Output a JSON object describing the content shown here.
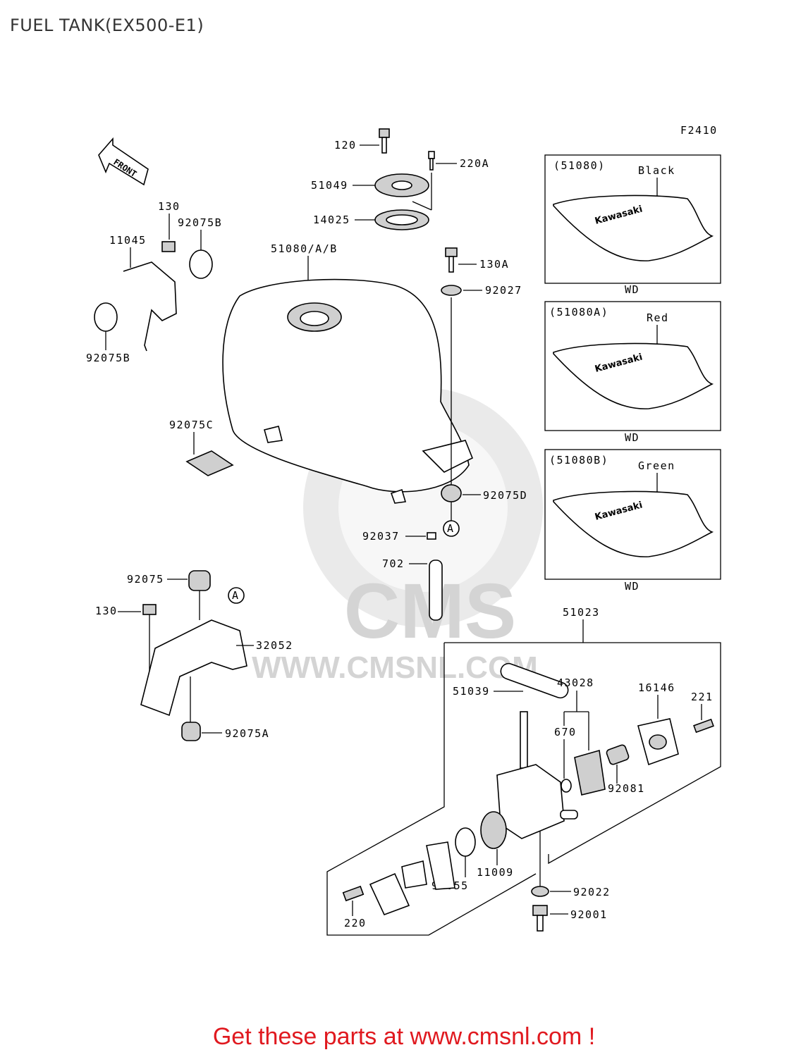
{
  "title": "FUEL TANK(EX500-E1)",
  "figure_code": "F2410",
  "front_label": "FRONT",
  "labels": {
    "p120": "120",
    "p220a": "220A",
    "p51049": "51049",
    "p14025": "14025",
    "p130_top": "130",
    "p92075b_top": "92075B",
    "p11045": "11045",
    "p51080ab": "51080/A/B",
    "p130a": "130A",
    "p92027": "92027",
    "p92075b_bot": "92075B",
    "p92075c": "92075C",
    "p92075d": "92075D",
    "p92037": "92037",
    "p702": "702",
    "p92075": "92075",
    "p130_bot": "130",
    "p32052": "32052",
    "p92075a": "92075A",
    "p51023": "51023",
    "p51039": "51039",
    "p43028": "43028",
    "p16146": "16146",
    "p221": "221",
    "p670": "670",
    "p92081": "92081",
    "p11009": "11009",
    "p92055": "92055",
    "p220": "220",
    "p92022": "92022",
    "p92001": "92001",
    "ref_a1": "A",
    "ref_a2": "A"
  },
  "variants": [
    {
      "code": "(51080)",
      "color": "Black",
      "brand": "Kawasaki",
      "wd": "WD"
    },
    {
      "code": "(51080A)",
      "color": "Red",
      "brand": "Kawasaki",
      "wd": "WD"
    },
    {
      "code": "(51080B)",
      "color": "Green",
      "brand": "Kawasaki",
      "wd": "WD"
    }
  ],
  "watermark": {
    "logo": "CMS",
    "url": "WWW.CMSNL.COM"
  },
  "cta": "Get these parts at www.cmsnl.com !",
  "colors": {
    "cta": "#e0191f",
    "watermark": "#d8d8d8"
  }
}
